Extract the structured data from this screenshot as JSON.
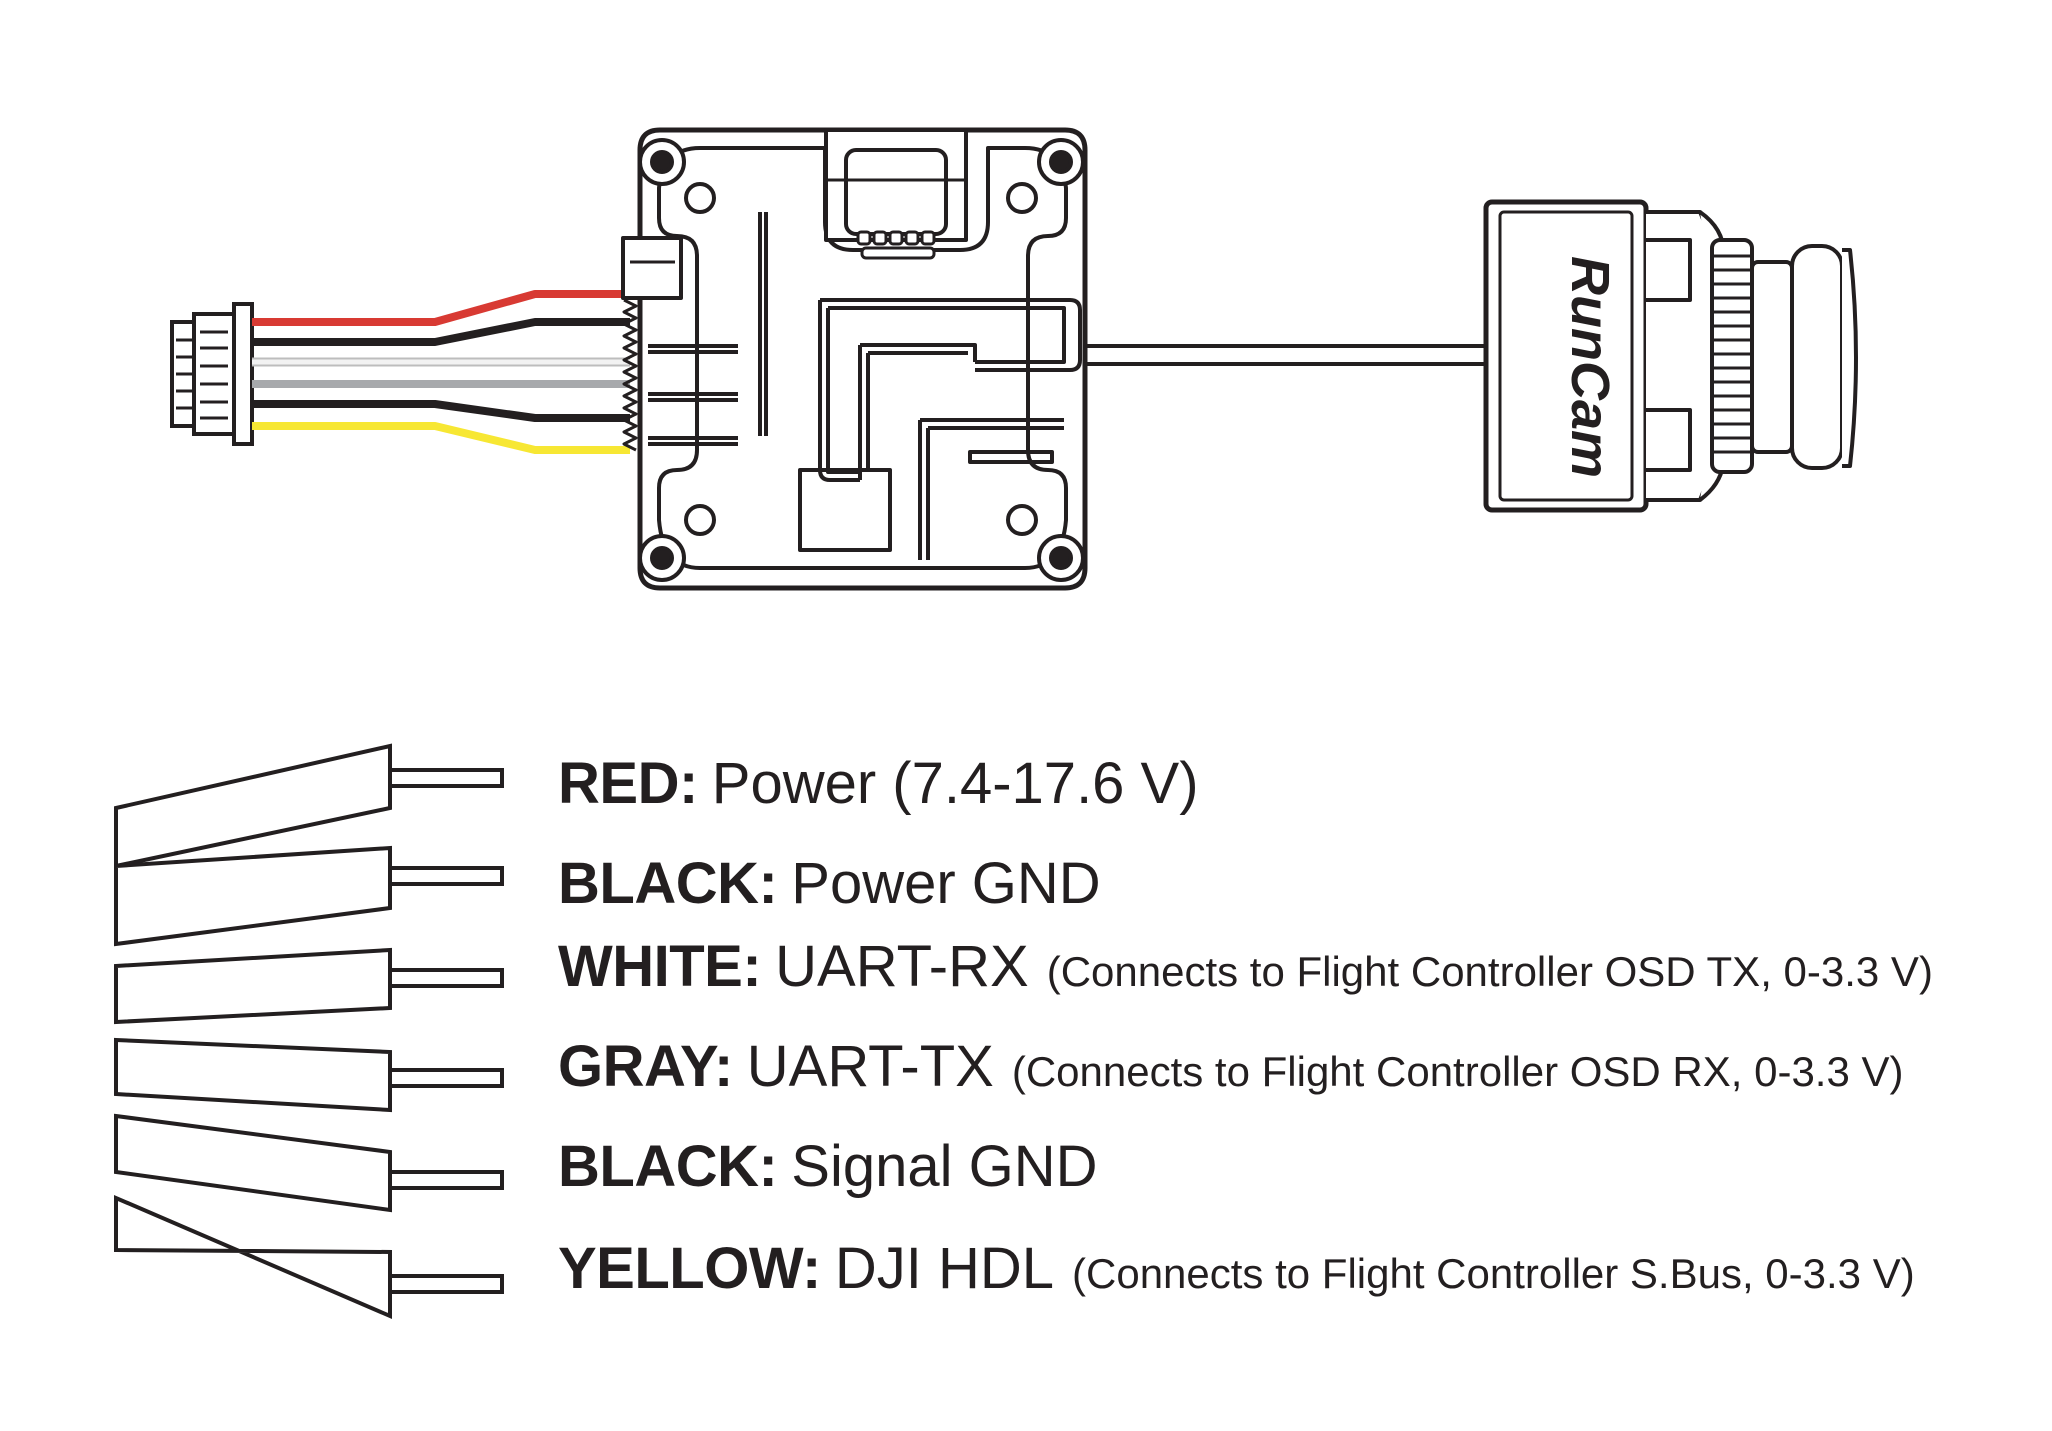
{
  "diagram": {
    "brand_logo_text": "RunCam",
    "colors": {
      "outline": "#231f20",
      "red_wire": "#d83a33",
      "black_wire": "#231f20",
      "white_wire": "#e6e6e6",
      "gray_wire": "#a7a9ac",
      "yellow_wire": "#f7e733"
    },
    "icons": [
      "connector-plug-icon",
      "vtx-module-icon",
      "camera-icon",
      "wire-end-icon"
    ]
  },
  "legend": [
    {
      "color": "RED:",
      "function": "Power (7.4-17.6 V)",
      "note": ""
    },
    {
      "color": "BLACK:",
      "function": "Power GND",
      "note": ""
    },
    {
      "color": "WHITE:",
      "function": "UART-RX",
      "note": "(Connects to Flight Controller OSD TX, 0-3.3 V)"
    },
    {
      "color": "GRAY:",
      "function": "UART-TX",
      "note": "(Connects to Flight Controller OSD RX, 0-3.3 V)"
    },
    {
      "color": "BLACK:",
      "function": "Signal GND",
      "note": ""
    },
    {
      "color": "YELLOW:",
      "function": "DJI HDL",
      "note": "(Connects to Flight Controller S.Bus, 0-3.3 V)"
    }
  ]
}
